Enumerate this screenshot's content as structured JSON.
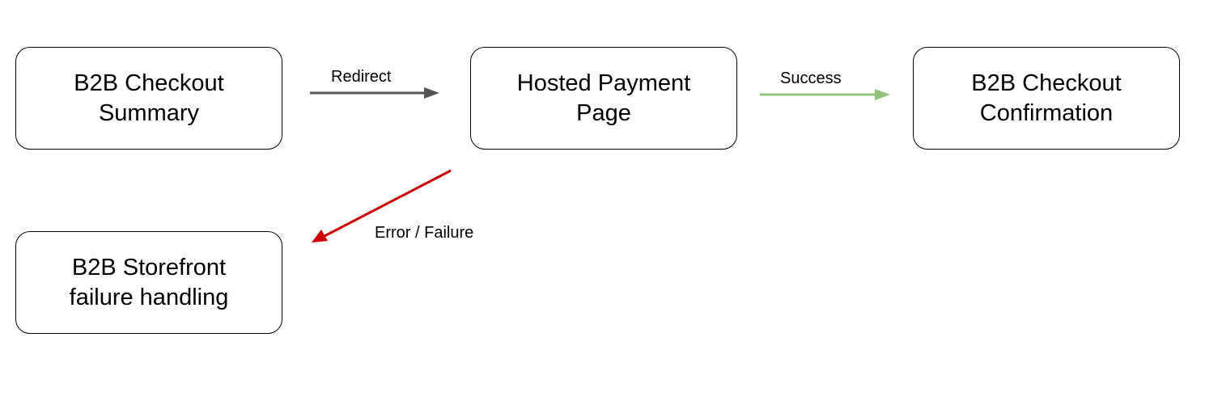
{
  "nodes": {
    "checkout_summary": {
      "line1": "B2B Checkout",
      "line2": "Summary"
    },
    "hosted_payment": {
      "line1": "Hosted Payment",
      "line2": "Page"
    },
    "confirmation": {
      "line1": "B2B Checkout",
      "line2": "Confirmation"
    },
    "failure": {
      "line1": "B2B Storefront",
      "line2": "failure handling"
    }
  },
  "edges": {
    "redirect": {
      "label": "Redirect",
      "color": "#555555"
    },
    "success": {
      "label": "Success",
      "color": "#93c47d"
    },
    "failure": {
      "label": "Error / Failure",
      "color": "#cc0000"
    }
  }
}
